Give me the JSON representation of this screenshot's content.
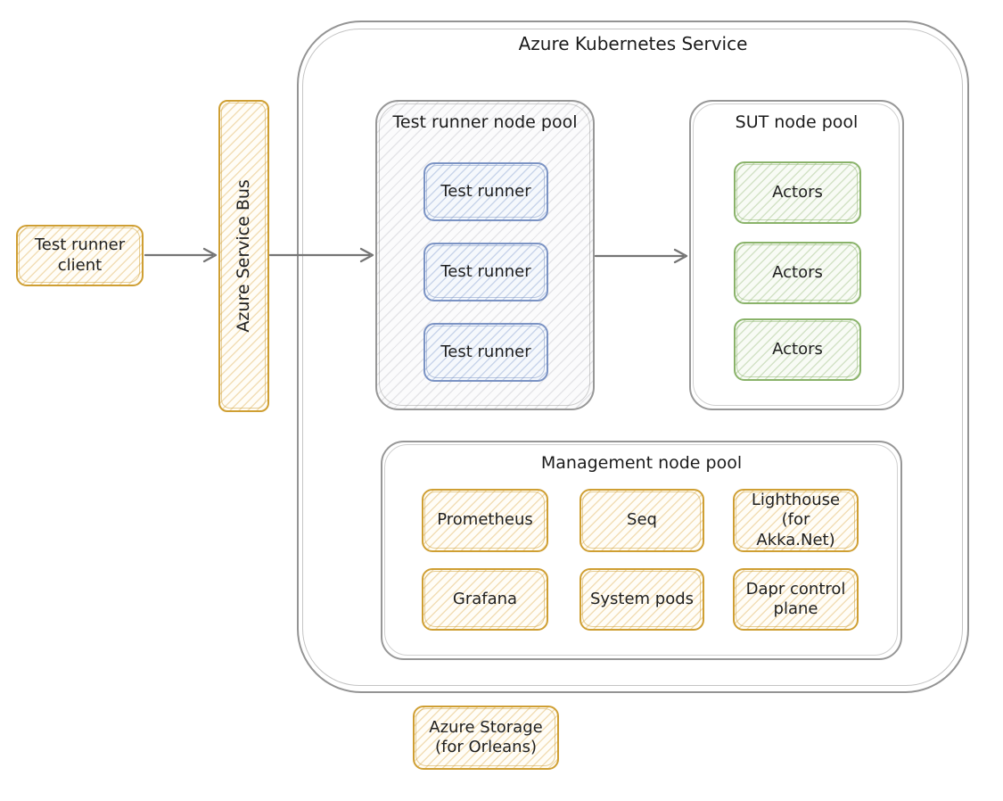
{
  "diagram_title": "Azure Kubernetes Service",
  "external": {
    "client_label": "Test runner client",
    "service_bus_label": "Azure Service Bus",
    "storage_label": "Azure Storage (for Orleans)"
  },
  "pools": {
    "test_runner": {
      "title": "Test runner node pool",
      "items": [
        "Test runner",
        "Test runner",
        "Test runner"
      ]
    },
    "sut": {
      "title": "SUT node pool",
      "items": [
        "Actors",
        "Actors",
        "Actors"
      ]
    },
    "management": {
      "title": "Management node pool",
      "items": [
        "Prometheus",
        "Seq",
        "Lighthouse (for Akka.Net)",
        "Grafana",
        "System pods",
        "Dapr control plane"
      ]
    }
  },
  "arrows": [
    {
      "name": "client-to-service-bus",
      "from": "Test runner client",
      "to": "Azure Service Bus"
    },
    {
      "name": "service-bus-to-test-runner-pool",
      "from": "Azure Service Bus",
      "to": "Test runner node pool"
    },
    {
      "name": "test-runner-pool-to-sut-pool",
      "from": "Test runner node pool",
      "to": "SUT node pool"
    }
  ],
  "colors": {
    "orange_stroke": "#cf9f33",
    "blue_stroke": "#7b93c4",
    "green_stroke": "#8ab36a",
    "gray_stroke": "#979797",
    "arrow_stroke": "#757575",
    "text": "#1b1b1b",
    "background": "#ffffff"
  }
}
